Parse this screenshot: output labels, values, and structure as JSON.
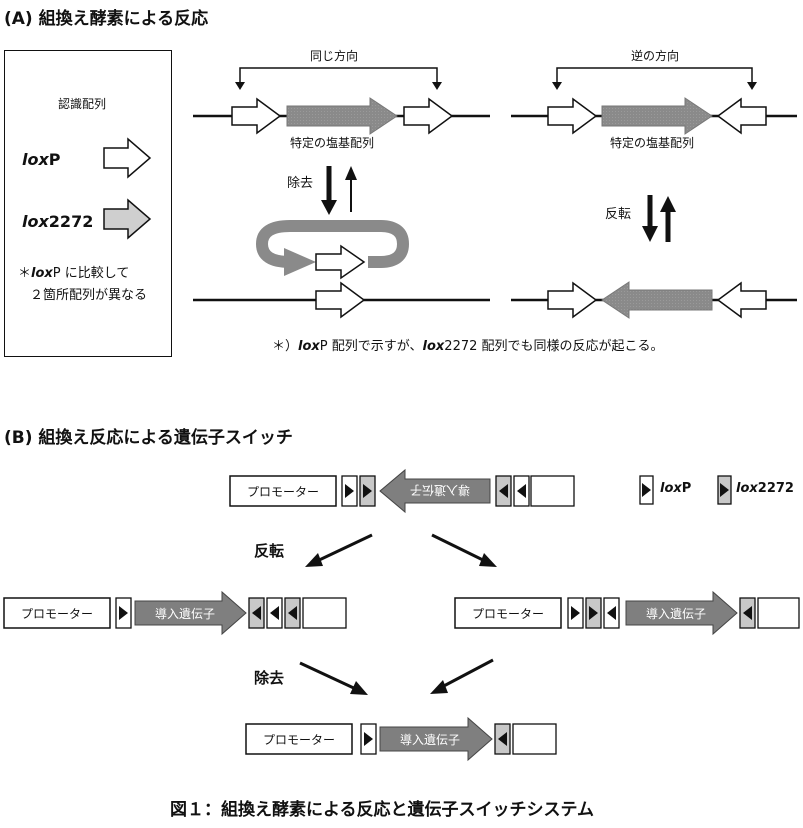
{
  "section_a": {
    "title": "(A) 組換え酵素による反応",
    "legend": {
      "title": "認識配列",
      "loxp_italic": "lox",
      "loxp_rest": "P",
      "lox2272_italic": "lox",
      "lox2272_rest": "2272",
      "lox2272_mark": "**",
      "note_line1": "＊",
      "note_line1_italic": "lox",
      "note_line1_rest": "P に比較して",
      "note_line2": "２箇所配列が異なる"
    },
    "same_direction": "同じ方向",
    "reverse_direction": "逆の方向",
    "specific_seq_left": "特定の塩基配列",
    "specific_seq_right": "特定の塩基配列",
    "removal": "除去",
    "inversion": "反転",
    "footnote_prefix": "＊）",
    "footnote_loxp_italic": "lox",
    "footnote_loxp_rest": "P 配列で示すが、",
    "footnote_lox2272_italic": "lox",
    "footnote_lox2272_rest": "2272 配列でも同様の反応が起こる。"
  },
  "section_b": {
    "title": "(B) 組換え反応による遺伝子スイッチ",
    "promoter_top": "プロモーター",
    "promoter_left": "プロモーター",
    "promoter_right": "プロモーター",
    "promoter_bottom": "プロモーター",
    "gene_top": "導入遺伝子",
    "gene_left": "導入遺伝子",
    "gene_right": "導入遺伝子",
    "gene_bottom": "導入遺伝子",
    "legend_loxp_italic": "lox",
    "legend_loxp_rest": "P",
    "legend_lox2272_italic": "lox",
    "legend_lox2272_rest": "2272",
    "inversion": "反転",
    "removal": "除去"
  },
  "caption": "図１：組換え酵素による反応と遺伝子スイッチシステム",
  "colors": {
    "gray_arrow": "#8a8a8a",
    "lox2272_fill": "#c8c8c8",
    "line": "#111111"
  }
}
